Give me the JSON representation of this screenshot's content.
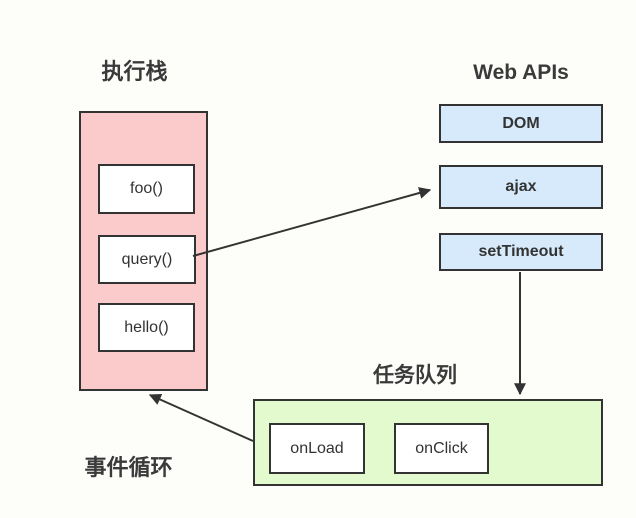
{
  "diagram": {
    "execution_stack": {
      "title": "执行栈",
      "frames": [
        "foo()",
        "query()",
        "hello()"
      ]
    },
    "web_apis": {
      "title": "Web APIs",
      "items": [
        "DOM",
        "ajax",
        "setTimeout"
      ]
    },
    "task_queue": {
      "title": "任务队列",
      "items": [
        "onLoad",
        "onClick"
      ]
    },
    "event_loop_label": "事件循环",
    "arrows": [
      {
        "from": "query()",
        "to": "ajax"
      },
      {
        "from": "setTimeout",
        "to": "任务队列"
      },
      {
        "from": "任务队列",
        "to": "执行栈"
      }
    ],
    "colors": {
      "stack_fill": "#FBCBCB",
      "web_api_fill": "#D6EAFB",
      "queue_fill": "#E2FACD",
      "border": "#333333",
      "background": "#FDFDFA",
      "text": "#333333"
    }
  }
}
